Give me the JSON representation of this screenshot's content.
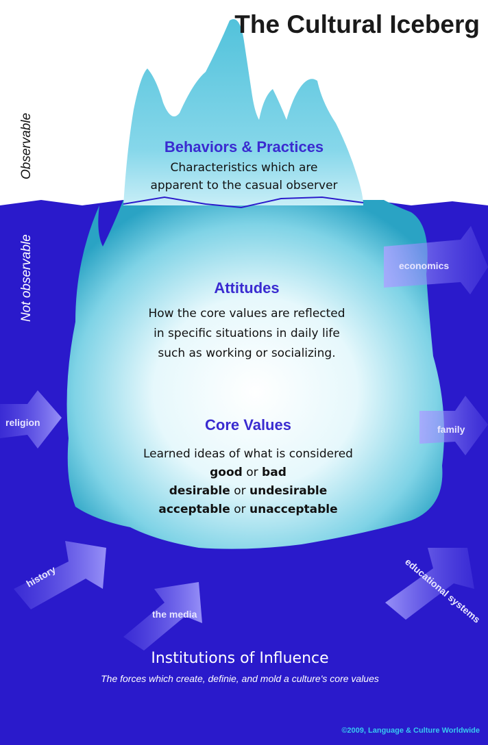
{
  "title": "The Cultural Iceberg",
  "side_labels": {
    "above": "Observable",
    "below": "Not observable"
  },
  "layers": {
    "behaviors": {
      "heading": "Behaviors & Practices",
      "lines": [
        "Characteristics which are",
        "apparent to the casual observer"
      ]
    },
    "attitudes": {
      "heading": "Attitudes",
      "lines": [
        "How the core values are reflected",
        "in specific situations in daily life",
        "such as working or socializing."
      ]
    },
    "core_values": {
      "heading": "Core Values",
      "intro": "Learned ideas of what is considered",
      "pairs": [
        {
          "a": "good",
          "or": " or ",
          "b": "bad"
        },
        {
          "a": "desirable",
          "or": " or ",
          "b": "undesirable"
        },
        {
          "a": "acceptable",
          "or": " or ",
          "b": "unacceptable"
        }
      ]
    }
  },
  "influences": [
    "economics",
    "religion",
    "family",
    "history",
    "educational systems",
    "the media"
  ],
  "footer": {
    "heading": "Institutions of Influence",
    "subtitle": "The forces which create, definie, and mold a culture's core values"
  },
  "copyright": "©2009, Language & Culture Worldwide",
  "colors": {
    "water": "#2a1acb",
    "ice": "#3fb6d2",
    "heading": "#3a2bd0",
    "copyright": "#37c8f0"
  }
}
